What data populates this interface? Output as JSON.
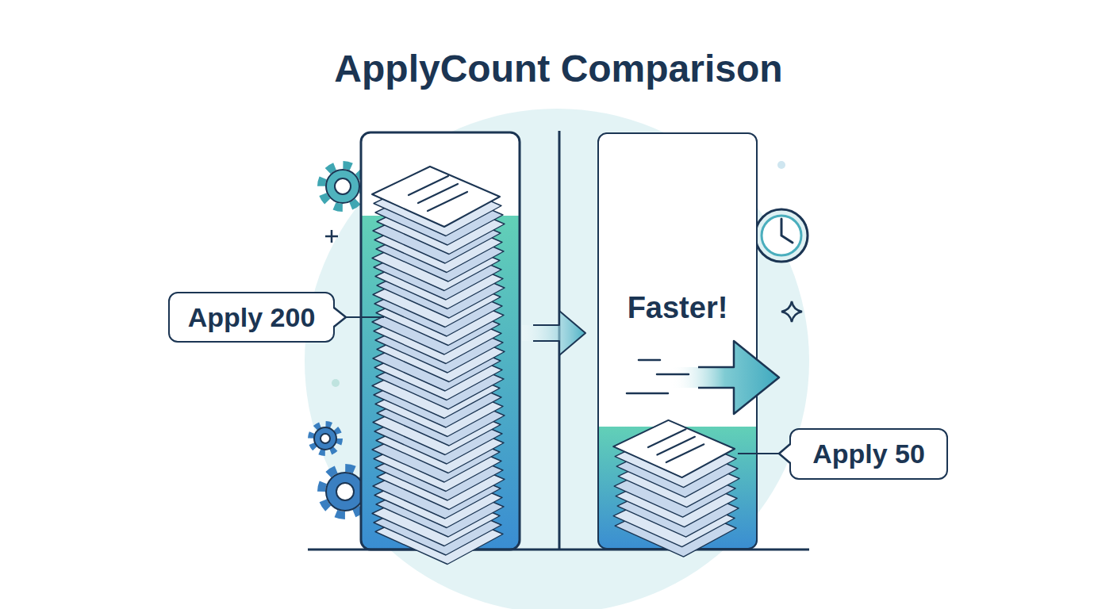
{
  "diagram": {
    "title": "ApplyCount Comparison",
    "nodes": [
      {
        "text": [
          "Apply 200"
        ]
      },
      {
        "text": [
          "Faster!"
        ]
      },
      {
        "text": [
          "Apply 50"
        ]
      }
    ]
  }
}
